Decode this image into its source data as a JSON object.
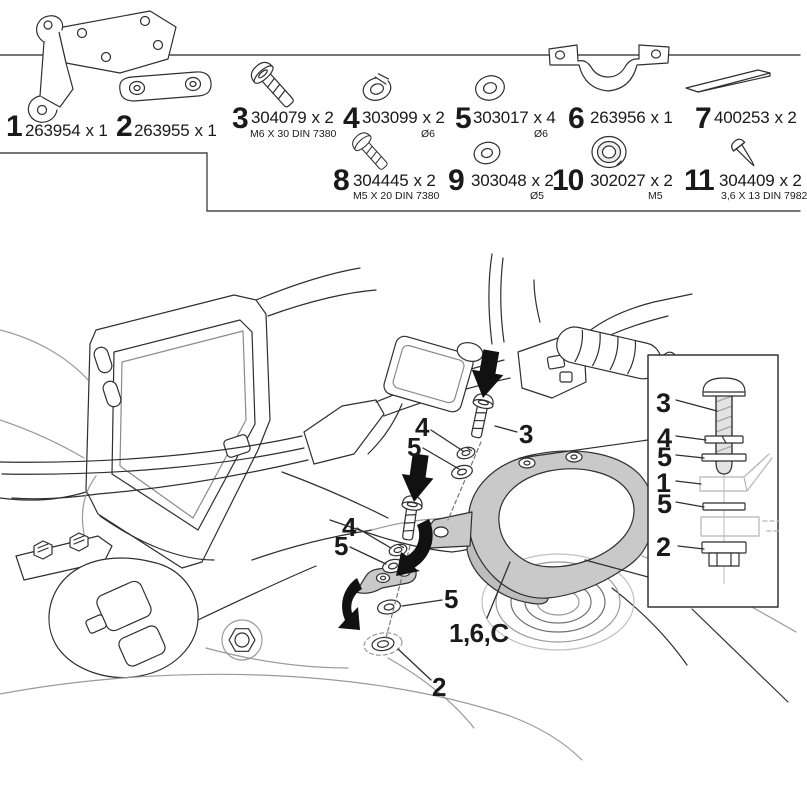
{
  "parts": [
    {
      "num": "1",
      "code": "263954",
      "qty": "x 1"
    },
    {
      "num": "2",
      "code": "263955",
      "qty": "x 1"
    },
    {
      "num": "3",
      "code": "304079",
      "qty": "x 2",
      "spec": "M6 X 30 DIN 7380"
    },
    {
      "num": "4",
      "code": "303099",
      "qty": "x 2",
      "spec": "Ø6"
    },
    {
      "num": "5",
      "code": "303017",
      "qty": "x 4",
      "spec": "Ø6"
    },
    {
      "num": "6",
      "code": "263956",
      "qty": "x 1"
    },
    {
      "num": "7",
      "code": "400253",
      "qty": "x 2"
    },
    {
      "num": "8",
      "code": "304445",
      "qty": "x 2",
      "spec": "M5 X 20 DIN 7380"
    },
    {
      "num": "9",
      "code": "303048",
      "qty": "x 2",
      "spec": "Ø5"
    },
    {
      "num": "10",
      "code": "302027",
      "qty": "x 2",
      "spec": "M5"
    },
    {
      "num": "11",
      "code": "304409",
      "qty": "x 2",
      "spec": "3,6 X 13 DIN 7982"
    }
  ],
  "callouts": {
    "upper_washer_lock": "4",
    "upper_washer_flat": "5",
    "upper_bolt": "3",
    "mid_washer_lock": "4",
    "mid_washer_flat": "5",
    "lower_washer": "5",
    "ring_assembly": "1,6,C",
    "link_plate": "2"
  },
  "detail_box": {
    "bolt": "3",
    "lock_washer": "4",
    "washer_top": "5",
    "bracket": "1",
    "washer_bottom": "5",
    "plate": "2"
  },
  "colors": {
    "line": "#2f2f2f",
    "part_gray": "#c9c9c9",
    "arrow_black": "#111111",
    "background": "#ffffff"
  }
}
